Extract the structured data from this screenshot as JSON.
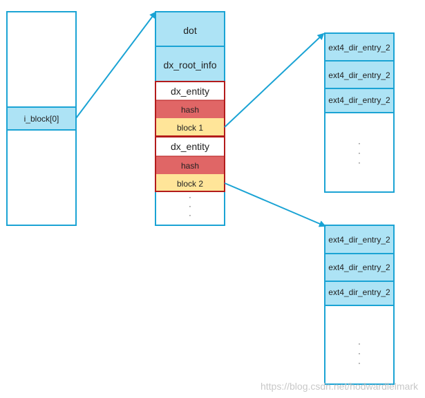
{
  "colors": {
    "stroke_blue": "#1aa3d4",
    "fill_blue": "#ade3f5",
    "stroke_red": "#b31b1b",
    "fill_red": "#e06666",
    "fill_yellow": "#ffe599",
    "arrow": "#1aa3d4"
  },
  "inode": {
    "slot_label": "i_block[0]"
  },
  "root_block": {
    "dot_label": "dot",
    "root_info_label": "dx_root_info",
    "entities": [
      {
        "name": "dx_entity",
        "hash": "hash",
        "block": "block 1"
      },
      {
        "name": "dx_entity",
        "hash": "hash",
        "block": "block 2"
      }
    ],
    "ellipsis": "·"
  },
  "dir_blocks": [
    {
      "entries": [
        "ext4_dir_entry_2",
        "ext4_dir_entry_2",
        "ext4_dir_entry_2"
      ],
      "ellipsis": "·"
    },
    {
      "entries": [
        "ext4_dir_entry_2",
        "ext4_dir_entry_2",
        "ext4_dir_entry_2"
      ],
      "ellipsis": "·"
    }
  ],
  "watermark": "https://blog.csdn.net/hodwardlelmark"
}
